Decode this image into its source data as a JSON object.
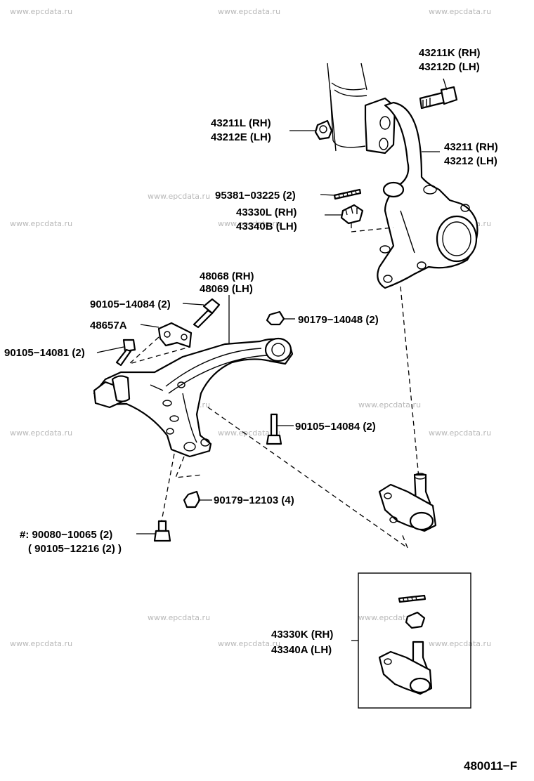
{
  "watermark": "www.epcdata.ru",
  "diagram_ref": "480011−F",
  "labels": {
    "bolt_43211k_rh": "43211K (RH)",
    "bolt_43212d_lh": "43212D (LH)",
    "nut_43211l_rh": "43211L (RH)",
    "nut_43212e_lh": "43212E (LH)",
    "knuckle_rh": "43211 (RH)",
    "knuckle_lh": "43212 (LH)",
    "cotter_pin": "95381−03225 (2)",
    "joint_nut_rh": "43330L (RH)",
    "joint_nut_lh": "43340B (LH)",
    "arm_rh": "48068 (RH)",
    "arm_lh": "48069 (LH)",
    "bolt_14084_top": "90105−14084 (2)",
    "bracket": "48657A",
    "bolt_14081": "90105−14081 (2)",
    "nut_14048": "90179−14048 (2)",
    "bolt_14084_mid": "90105−14084 (2)",
    "nut_12103": "90179−12103 (4)",
    "bolt_10065": "#: 90080−10065 (2)",
    "bolt_12216": "( 90105−12216 (2)  )",
    "ball_joint_rh": "43330K (RH)",
    "ball_joint_lh": "43340A (LH)"
  }
}
